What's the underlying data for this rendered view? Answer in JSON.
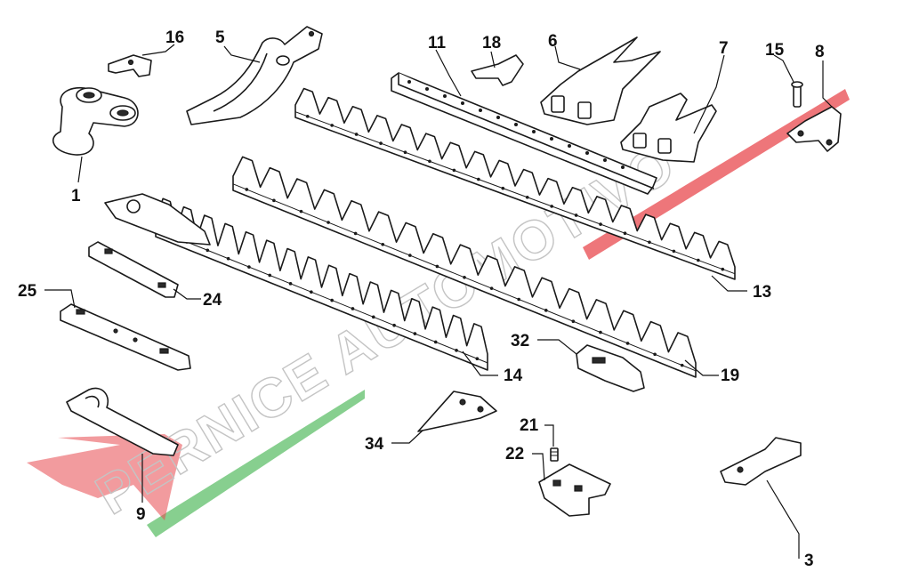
{
  "watermark": {
    "text": "PERNICE AUTOMOTIVO",
    "flag_colors": {
      "green": "#5fbf6a",
      "white": "#ffffff",
      "red": "#e8484e"
    }
  },
  "callouts": [
    {
      "id": "1",
      "label": "1"
    },
    {
      "id": "3",
      "label": "3"
    },
    {
      "id": "5",
      "label": "5"
    },
    {
      "id": "6",
      "label": "6"
    },
    {
      "id": "7",
      "label": "7"
    },
    {
      "id": "8",
      "label": "8"
    },
    {
      "id": "9",
      "label": "9"
    },
    {
      "id": "11",
      "label": "11"
    },
    {
      "id": "13",
      "label": "13"
    },
    {
      "id": "14",
      "label": "14"
    },
    {
      "id": "15",
      "label": "15"
    },
    {
      "id": "16",
      "label": "16"
    },
    {
      "id": "18",
      "label": "18"
    },
    {
      "id": "19",
      "label": "19"
    },
    {
      "id": "21",
      "label": "21"
    },
    {
      "id": "22",
      "label": "22"
    },
    {
      "id": "24",
      "label": "24"
    },
    {
      "id": "25",
      "label": "25"
    },
    {
      "id": "32",
      "label": "32"
    },
    {
      "id": "34",
      "label": "34"
    }
  ]
}
